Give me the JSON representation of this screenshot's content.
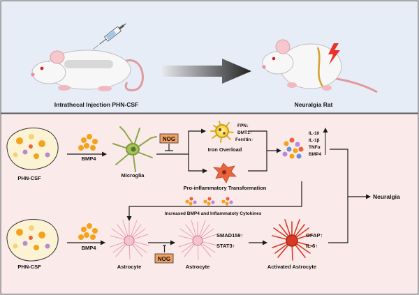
{
  "top_panel": {
    "left_label": "Intrathecal Injection PHN-CSF",
    "right_label": "Neuralgia Rat"
  },
  "pathway_upper": {
    "source_label": "PHN-CSF",
    "ligand_label": "BMP4",
    "cell_label": "Microglia",
    "inhibitor_label": "NOG",
    "iron_markers": [
      "FPN↓",
      "DMT1↑",
      "Ferritin↑"
    ],
    "iron_label": "Iron Overload",
    "proinflammatory_label": "Pro-inflammatory Transformation",
    "cytokines": [
      "IL-10",
      "IL-1β",
      "TNFα",
      "BMP4"
    ],
    "secreted_label": "Increased BMP4 and Inflammatoty Cytokines"
  },
  "pathway_lower": {
    "source_label": "PHN-CSF",
    "ligand_label": "BMP4",
    "cell1_label": "Astrocyte",
    "inhibitor_label": "NOG",
    "cell2_label": "Astrocyte",
    "signals": [
      "SMAD159↑",
      "STAT3↑"
    ],
    "cell3_label": "Activated Astrocyte",
    "markers": [
      "GFAP↑",
      "IL-6↑"
    ]
  },
  "outcome_label": "Neuralgia",
  "colors": {
    "top_bg": "#e7edf7",
    "bottom_bg": "#fbeaea",
    "nog_box": "#f0a060",
    "microglia": "#a4c35a",
    "iron_cell": "#f2cd2a",
    "proinflammatory_cell": "#e8643c",
    "astrocyte": "#e8a0ad",
    "activated_astrocyte": "#d83a25",
    "bmp4_dots": "#f3a21a"
  },
  "icons": {
    "injection": "syringe-icon",
    "pain": "lightning-icon",
    "inhibition": "t-bar-icon"
  }
}
